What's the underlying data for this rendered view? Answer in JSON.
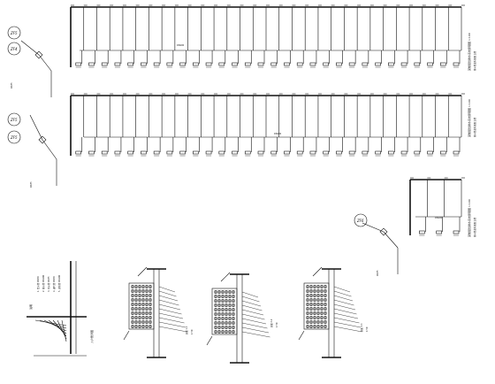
{
  "sheet": {
    "background": "#ffffff",
    "ink": "#111111"
  },
  "riser_diagrams": [
    {
      "id": "riser-1",
      "markers": [
        "ZF5",
        "ZF4"
      ],
      "pipe_label": "DN100",
      "title": "某楼层给排水系统原理图  1:100",
      "subtitle": "排水管道系统图 立管",
      "branch_label": "DN75"
    },
    {
      "id": "riser-2",
      "markers": [
        "ZF5",
        "ZF5"
      ],
      "pipe_label": "DN100",
      "title": "某楼层给排水系统原理图  1:100",
      "subtitle": "排水管道系统图 立管",
      "branch_label": "DN75"
    },
    {
      "id": "riser-3",
      "markers": [
        "ZF6"
      ],
      "pipe_label": "DN100",
      "title": "某楼层给排水系统原理图  1:100",
      "subtitle": "排水管道系统图 立管",
      "branch_label": "DN75"
    }
  ],
  "legend": {
    "title": "说明",
    "items": [
      "1. 给水管 DN50",
      "2. 排水管 DN100",
      "3. 雨水管 DN75",
      "4. 通气管 DN50",
      "5. 消防管 DN100"
    ],
    "caption": "入户管详图"
  },
  "section_details": [
    {
      "id": "detail-1",
      "caption": "剖面 1-1",
      "scale": "1:50"
    },
    {
      "id": "detail-2",
      "caption": "剖面 2-2",
      "scale": "1:50"
    },
    {
      "id": "detail-3",
      "caption": "剖面 3-3",
      "scale": "1:50"
    }
  ]
}
